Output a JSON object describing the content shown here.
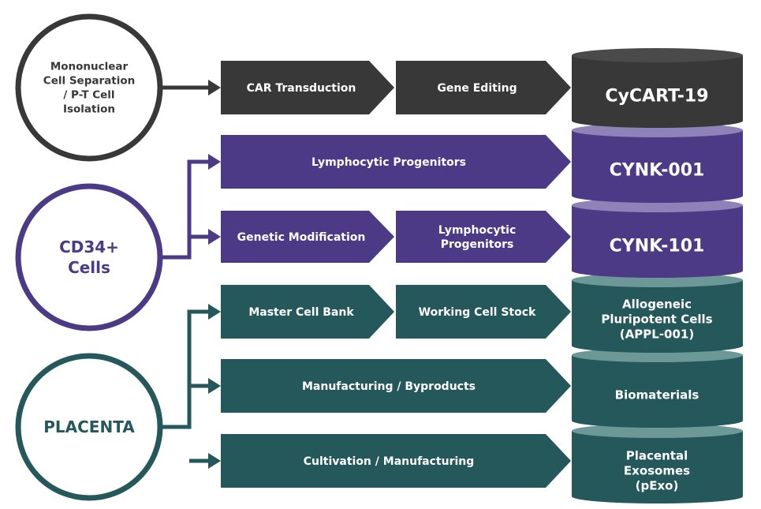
{
  "colors": {
    "dark": "#383838",
    "purple": "#4d3a86",
    "teal": "#25585a",
    "white": "#ffffff",
    "dark_top": "#4a4a4a",
    "purple_top": "#8f82b8",
    "teal_top": "#6c9998"
  },
  "sources": {
    "mononuclear": [
      "Mononuclear",
      "Cell Separation",
      "/ P-T Cell",
      "Isolation"
    ],
    "cd34": [
      "CD34+",
      "Cells"
    ],
    "placenta": [
      "PLACENTA"
    ]
  },
  "rows": [
    {
      "steps": [
        [
          "CAR Transduction"
        ],
        [
          "Gene Editing"
        ]
      ],
      "product": [
        "CyCART-19"
      ]
    },
    {
      "steps": [
        [
          "Lymphocytic Progenitors"
        ]
      ],
      "product": [
        "CYNK-001"
      ]
    },
    {
      "steps": [
        [
          "Genetic Modification"
        ],
        [
          "Lymphocytic",
          "Progenitors"
        ]
      ],
      "product": [
        "CYNK-101"
      ]
    },
    {
      "steps": [
        [
          "Master Cell Bank"
        ],
        [
          "Working Cell Stock"
        ]
      ],
      "product": [
        "Allogeneic",
        "Pluripotent Cells",
        "(APPL-001)"
      ]
    },
    {
      "steps": [
        [
          "Manufacturing / Byproducts"
        ]
      ],
      "product": [
        "Biomaterials"
      ]
    },
    {
      "steps": [
        [
          "Cultivation / Manufacturing"
        ]
      ],
      "product": [
        "Placental",
        "Exosomes",
        "(pExo)"
      ]
    }
  ]
}
